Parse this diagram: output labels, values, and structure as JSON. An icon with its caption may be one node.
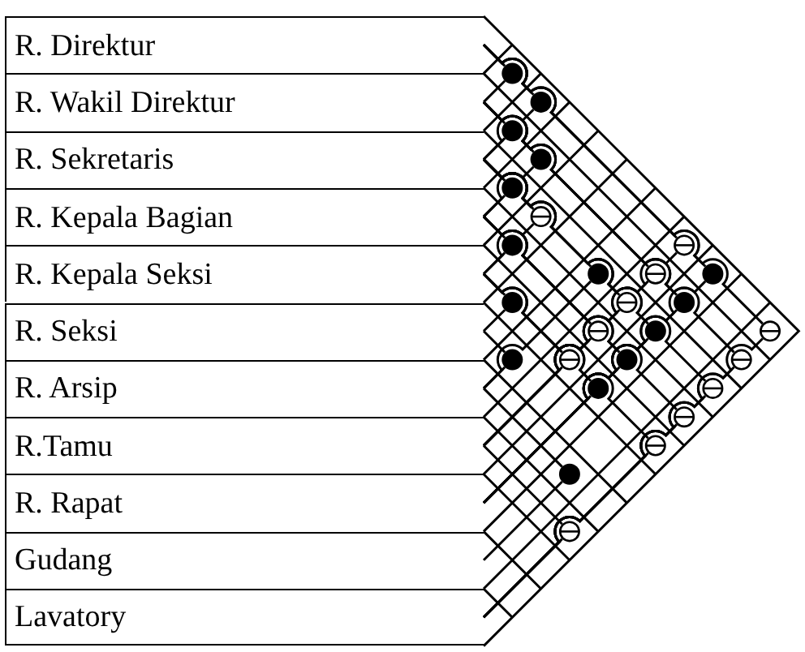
{
  "diagram": {
    "nodes": [
      {
        "text": [
          "R. Direktur"
        ]
      },
      {
        "text": [
          "R. Wakil Direktur"
        ]
      },
      {
        "text": [
          "R. Sekretaris"
        ]
      },
      {
        "text": [
          "R. Kepala Bagian"
        ]
      },
      {
        "text": [
          "R. Kepala Seksi"
        ]
      },
      {
        "text": [
          "R. Seksi"
        ]
      },
      {
        "text": [
          "R. Arsip"
        ]
      },
      {
        "text": [
          "R.Tamu"
        ]
      },
      {
        "text": [
          "R. Rapat"
        ]
      },
      {
        "text": [
          "Gudang"
        ]
      },
      {
        "text": [
          "Lavatory"
        ]
      },
      {
        "text": [],
        "shape": "dot"
      },
      {
        "text": [],
        "shape": "dot"
      },
      {
        "text": [],
        "shape": "dot"
      },
      {
        "text": [],
        "shape": "dot"
      },
      {
        "text": [],
        "shape": "dot"
      },
      {
        "text": [],
        "shape": "circle"
      },
      {
        "text": [],
        "shape": "dot"
      },
      {
        "text": [],
        "shape": "circle"
      },
      {
        "text": [],
        "shape": "dot"
      },
      {
        "text": [],
        "shape": "circle"
      },
      {
        "text": [],
        "shape": "dot"
      },
      {
        "text": [],
        "shape": "dot"
      },
      {
        "text": [],
        "shape": "circle"
      },
      {
        "text": [],
        "shape": "dot"
      },
      {
        "text": [],
        "shape": "circle"
      },
      {
        "text": [],
        "shape": "circle"
      },
      {
        "text": [],
        "shape": "dot"
      },
      {
        "text": [],
        "shape": "dot"
      },
      {
        "text": [],
        "shape": "circle"
      },
      {
        "text": [],
        "shape": "dot"
      },
      {
        "text": [],
        "shape": "circle"
      },
      {
        "text": [],
        "shape": "dot"
      },
      {
        "text": [],
        "shape": "circle"
      },
      {
        "text": [],
        "shape": "circle"
      },
      {
        "text": [],
        "shape": "circle"
      },
      {
        "text": [],
        "shape": "dot"
      },
      {
        "text": [],
        "shape": "circle"
      }
    ],
    "edges": [
      {
        "from": 0,
        "to": 11,
        "arrow": "none"
      },
      {
        "from": 1,
        "to": 11,
        "arrow": "none"
      },
      {
        "from": 0,
        "to": 12,
        "arrow": "none"
      },
      {
        "from": 2,
        "to": 12,
        "arrow": "none"
      },
      {
        "from": 1,
        "to": 13,
        "arrow": "none"
      },
      {
        "from": 2,
        "to": 13,
        "arrow": "none"
      },
      {
        "from": 1,
        "to": 14,
        "arrow": "none"
      },
      {
        "from": 3,
        "to": 14,
        "arrow": "none"
      },
      {
        "from": 2,
        "to": 15,
        "arrow": "none"
      },
      {
        "from": 3,
        "to": 15,
        "arrow": "none"
      },
      {
        "from": 2,
        "to": 16,
        "arrow": "none"
      },
      {
        "from": 4,
        "to": 16,
        "arrow": "none"
      },
      {
        "from": 3,
        "to": 17,
        "arrow": "none"
      },
      {
        "from": 4,
        "to": 17,
        "arrow": "none"
      },
      {
        "from": 0,
        "to": 18,
        "arrow": "none"
      },
      {
        "from": 7,
        "to": 18,
        "arrow": "none"
      },
      {
        "from": 2,
        "to": 19,
        "arrow": "none"
      },
      {
        "from": 6,
        "to": 19,
        "arrow": "none"
      },
      {
        "from": 1,
        "to": 20,
        "arrow": "none"
      },
      {
        "from": 7,
        "to": 20,
        "arrow": "none"
      },
      {
        "from": 0,
        "to": 21,
        "arrow": "none"
      },
      {
        "from": 8,
        "to": 21,
        "arrow": "none"
      },
      {
        "from": 4,
        "to": 22,
        "arrow": "none"
      },
      {
        "from": 5,
        "to": 22,
        "arrow": "none"
      },
      {
        "from": 2,
        "to": 23,
        "arrow": "none"
      },
      {
        "from": 7,
        "to": 23,
        "arrow": "none"
      },
      {
        "from": 1,
        "to": 24,
        "arrow": "none"
      },
      {
        "from": 8,
        "to": 24,
        "arrow": "none"
      },
      {
        "from": 0,
        "to": 25,
        "arrow": "none"
      },
      {
        "from": 10,
        "to": 25,
        "arrow": "none"
      },
      {
        "from": 3,
        "to": 26,
        "arrow": "none"
      },
      {
        "from": 7,
        "to": 26,
        "arrow": "none"
      },
      {
        "from": 2,
        "to": 27,
        "arrow": "none"
      },
      {
        "from": 8,
        "to": 27,
        "arrow": "none"
      },
      {
        "from": 5,
        "to": 28,
        "arrow": "none"
      },
      {
        "from": 6,
        "to": 28,
        "arrow": "none"
      },
      {
        "from": 4,
        "to": 29,
        "arrow": "none"
      },
      {
        "from": 7,
        "to": 29,
        "arrow": "none"
      },
      {
        "from": 3,
        "to": 30,
        "arrow": "none"
      },
      {
        "from": 8,
        "to": 30,
        "arrow": "none"
      },
      {
        "from": 1,
        "to": 31,
        "arrow": "none"
      },
      {
        "from": 10,
        "to": 31,
        "arrow": "none"
      },
      {
        "from": 4,
        "to": 32,
        "arrow": "none"
      },
      {
        "from": 8,
        "to": 32,
        "arrow": "none"
      },
      {
        "from": 2,
        "to": 33,
        "arrow": "none"
      },
      {
        "from": 10,
        "to": 33,
        "arrow": "none"
      },
      {
        "from": 3,
        "to": 34,
        "arrow": "none"
      },
      {
        "from": 10,
        "to": 34,
        "arrow": "none"
      },
      {
        "from": 4,
        "to": 35,
        "arrow": "none"
      },
      {
        "from": 10,
        "to": 35,
        "arrow": "none"
      },
      {
        "from": 6,
        "to": 36,
        "arrow": "none"
      },
      {
        "from": 9,
        "to": 36,
        "arrow": "none"
      },
      {
        "from": 7,
        "to": 37,
        "arrow": "none"
      },
      {
        "from": 10,
        "to": 37,
        "arrow": "none"
      }
    ]
  }
}
